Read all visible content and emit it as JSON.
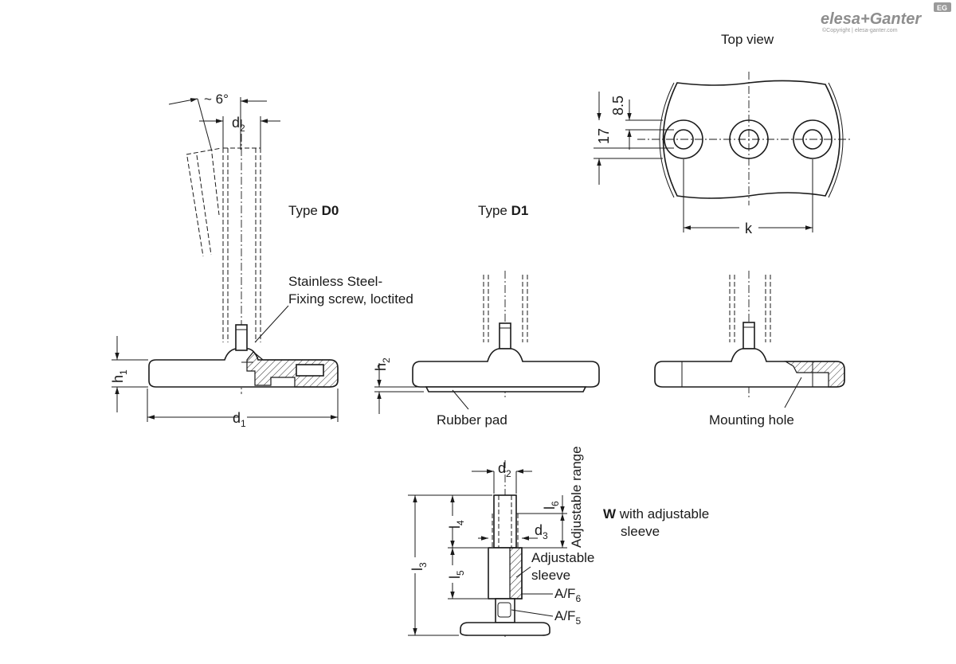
{
  "logo": {
    "brand": "elesa+Ganter",
    "copyright": "©Copyright | elesa-ganter.com",
    "badge": "EG"
  },
  "views": {
    "top_view": "Top view",
    "type_d0_prefix": "Type ",
    "type_d0_code": "D0",
    "type_d1_prefix": "Type ",
    "type_d1_code": "D1"
  },
  "callouts": {
    "screw_line1": "Stainless Steel-",
    "screw_line2": "Fixing screw, loctited",
    "rubber_pad": "Rubber pad",
    "mounting_hole": "Mounting hole",
    "adjustable_sleeve_line1": "Adjustable",
    "adjustable_sleeve_line2": "sleeve",
    "adjustable_range": "Adjustable range",
    "w_code": "W",
    "w_line1": " with adjustable",
    "w_line2": "sleeve",
    "af6_main": "A/F",
    "af6_sub": "6",
    "af5_main": "A/F",
    "af5_sub": "5"
  },
  "dimensions": {
    "angle": "~ 6°",
    "d2_main": "d",
    "d2_sub": "2",
    "d1_main": "d",
    "d1_sub": "1",
    "h1_main": "h",
    "h1_sub": "1",
    "h2_main": "h",
    "h2_sub": "2",
    "k": "k",
    "v85": "8.5",
    "v17": "17",
    "l3_main": "l",
    "l3_sub": "3",
    "l4_main": "l",
    "l4_sub": "4",
    "l5_main": "l",
    "l5_sub": "5",
    "l6_main": "l",
    "l6_sub": "6",
    "d3_main": "d",
    "d3_sub": "3",
    "w_d2_main": "d",
    "w_d2_sub": "2"
  }
}
